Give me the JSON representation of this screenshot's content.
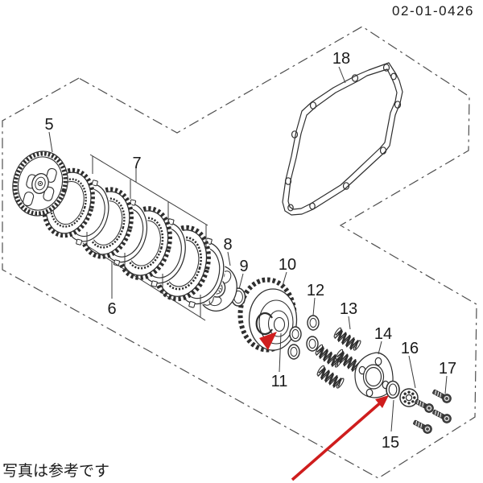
{
  "document": {
    "code": "02-01-0426",
    "note": "写真は参考です"
  },
  "diagram": {
    "type": "exploded-parts-diagram",
    "callouts": [
      {
        "label": "5"
      },
      {
        "label": "6"
      },
      {
        "label": "7"
      },
      {
        "label": "8"
      },
      {
        "label": "9"
      },
      {
        "label": "10"
      },
      {
        "label": "11"
      },
      {
        "label": "12"
      },
      {
        "label": "13"
      },
      {
        "label": "14"
      },
      {
        "label": "15"
      },
      {
        "label": "16"
      },
      {
        "label": "17"
      },
      {
        "label": "18"
      }
    ],
    "colors": {
      "line": "#2e2e2e",
      "border": "#4f4f4f",
      "arrow": "#cf1d1d",
      "background": "#ffffff",
      "text": "#1a1a1a"
    },
    "highlights": [
      {
        "name": "arrow-to-part-15",
        "color": "#cf1d1d"
      },
      {
        "name": "arrowhead-at-part-11",
        "color": "#cf1d1d"
      }
    ]
  }
}
